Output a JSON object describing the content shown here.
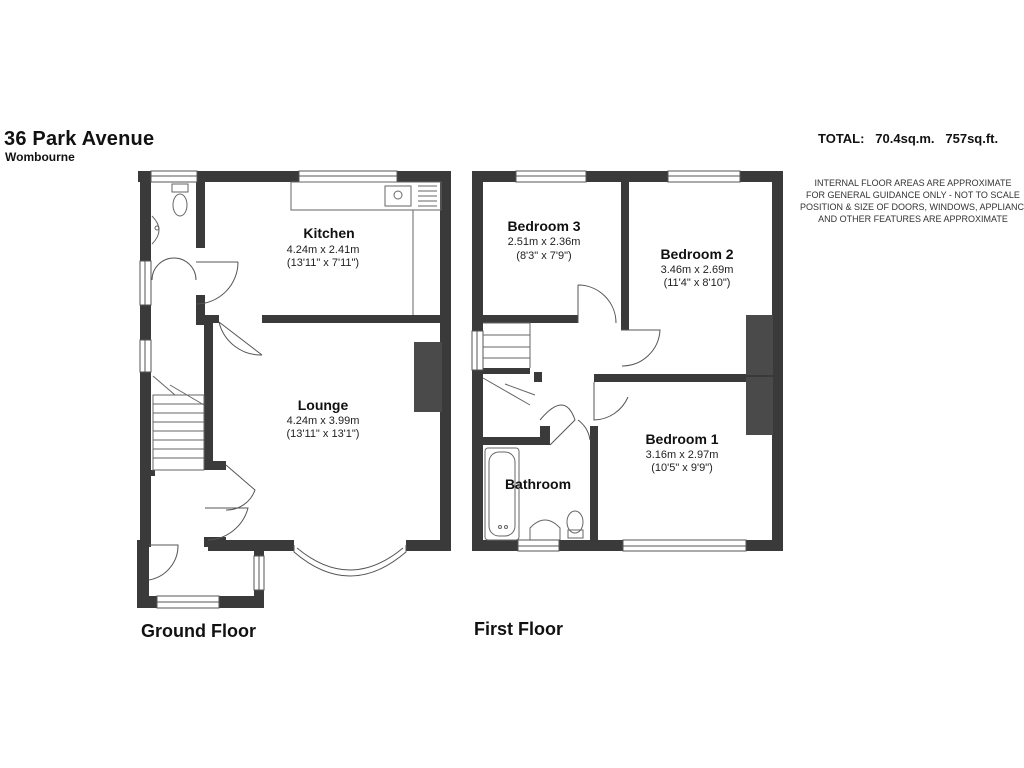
{
  "header": {
    "address": "36 Park Avenue",
    "town": "Wombourne",
    "total": "TOTAL:   70.4sq.m.   757sq.ft.",
    "disclaimer": [
      "INTERNAL FLOOR AREAS ARE APPROXIMATE",
      "FOR GENERAL GUIDANCE ONLY - NOT TO SCALE",
      "POSITION & SIZE OF DOORS, WINDOWS, APPLIANCES",
      "AND OTHER FEATURES ARE APPROXIMATE"
    ]
  },
  "ground_floor": {
    "label": "Ground Floor",
    "rooms": {
      "kitchen": {
        "name": "Kitchen",
        "metric": "4.24m x 2.41m",
        "imperial": "(13'11\" x 7'11\")"
      },
      "lounge": {
        "name": "Lounge",
        "metric": "4.24m x 3.99m",
        "imperial": "(13'11\" x 13'1\")"
      }
    }
  },
  "first_floor": {
    "label": "First Floor",
    "rooms": {
      "bedroom3": {
        "name": "Bedroom 3",
        "metric": "2.51m x 2.36m",
        "imperial": "(8'3\" x 7'9\")"
      },
      "bedroom2": {
        "name": "Bedroom 2",
        "metric": "3.46m x 2.69m",
        "imperial": "(11'4\" x 8'10\")"
      },
      "bedroom1": {
        "name": "Bedroom 1",
        "metric": "3.16m x 2.97m",
        "imperial": "(10'5\" x 9'9\")"
      },
      "bathroom": {
        "name": "Bathroom"
      }
    }
  },
  "colors": {
    "wall": "#3a3a3a",
    "chimney": "#4a4a4a",
    "fixture": "#777777"
  }
}
